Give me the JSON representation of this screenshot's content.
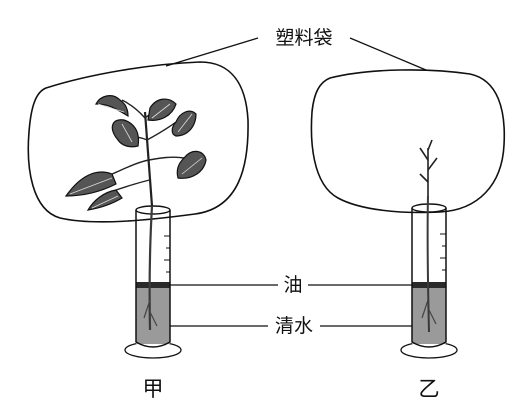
{
  "labels": {
    "bag": "塑料袋",
    "oil": "油",
    "water": "清水"
  },
  "captions": {
    "left": "甲",
    "right": "乙"
  },
  "colors": {
    "ink": "#111111",
    "leaf": "#555555",
    "leaf_vein": "#dddddd",
    "water": "#9a9a9a",
    "oil": "#2a2a2a"
  }
}
